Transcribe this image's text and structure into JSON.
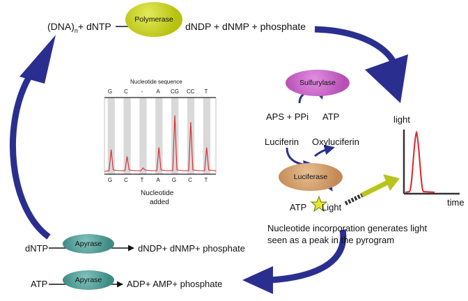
{
  "top_reaction": {
    "lhs_prefix": "(DNA)",
    "lhs_sub": "n",
    "lhs_suffix": "+ dNTP",
    "enzyme": "Polymerase",
    "rhs": "dNDP + dNMP + phosphate"
  },
  "pyrogram": {
    "title": "Nucleotide sequence",
    "top_labels": [
      "G",
      "C",
      "-",
      "A",
      "CG",
      "CC",
      "T"
    ],
    "bottom_labels": [
      "G",
      "C",
      "T",
      "A",
      "G",
      "C",
      "T"
    ],
    "caption_line1": "Nucleotide",
    "caption_line2": "added",
    "peak_heights": [
      0.32,
      0.22,
      0.05,
      0.35,
      0.82,
      0.72,
      0.35
    ]
  },
  "sulfurylase": {
    "enzyme": "Sulfurylase",
    "substrates": "APS + PPi",
    "product": "ATP"
  },
  "luciferase": {
    "enzyme": "Luciferase",
    "substrate": "Luciferin",
    "product": "Oxyluciferin",
    "atp": "ATP",
    "light": "Light"
  },
  "light_plot": {
    "ylabel": "light",
    "xlabel": "time"
  },
  "caption": {
    "line1": "Nucleotide incorporation generates light",
    "line2": "seen as a peak in the pyrogram"
  },
  "apyrase_reaction_1": {
    "lhs": "dNTP",
    "enzyme": "Apyrase",
    "rhs": "dNDP+ dNMP+ phosphate"
  },
  "apyrase_reaction_2": {
    "lhs": "ATP",
    "enzyme": "Apyrase",
    "rhs": "ADP+ AMP+ phosphate"
  },
  "colors": {
    "arrow_blue": "#2a2f8f",
    "polymerase": "#c5cf1e",
    "sulfurylase": "#c763c4",
    "luciferase": "#cf9a66",
    "apyrase": "#4f9e96",
    "peak_red": "#d8262c",
    "light_arrow": "#b9c41c"
  }
}
